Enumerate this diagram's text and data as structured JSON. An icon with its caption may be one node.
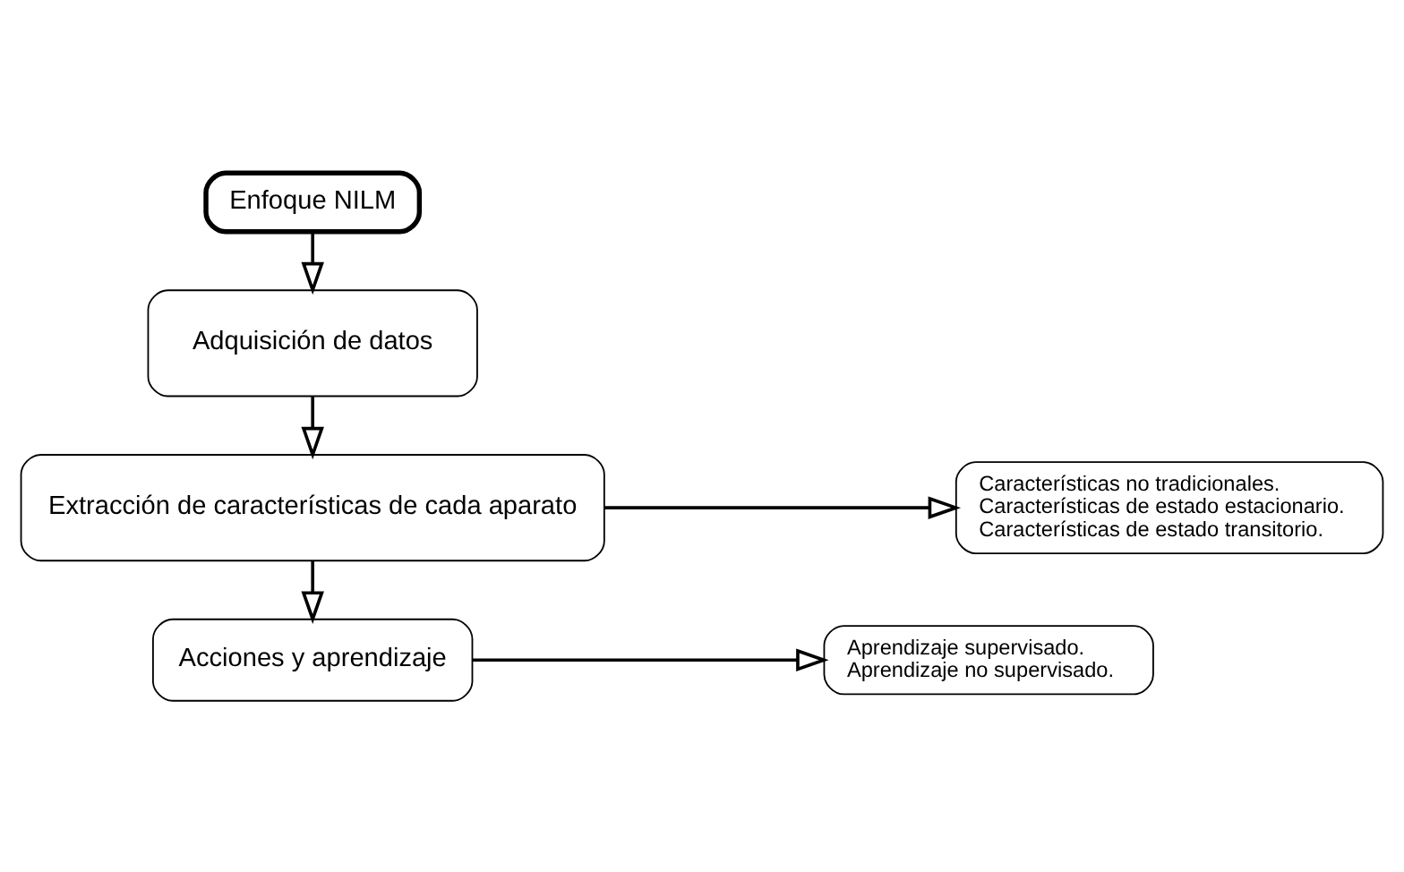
{
  "diagram": {
    "nodes": [
      {
        "text": [
          "Enfoque NILM"
        ]
      },
      {
        "text": [
          "Adquisición de datos"
        ]
      },
      {
        "text": [
          "Extracción de características de cada aparato"
        ]
      },
      {
        "text": [
          "Características no tradicionales.",
          "Características de estado estacionario.",
          "Características de estado transitorio."
        ]
      },
      {
        "text": [
          "Acciones y aprendizaje"
        ]
      },
      {
        "text": [
          "Aprendizaje supervisado.",
          "Aprendizaje no supervisado."
        ]
      }
    ],
    "edges": [
      {
        "from": 0,
        "to": 1,
        "arrow": "to"
      },
      {
        "from": 1,
        "to": 2,
        "arrow": "to"
      },
      {
        "from": 2,
        "to": 3,
        "arrow": "to"
      },
      {
        "from": 2,
        "to": 4,
        "arrow": "to"
      },
      {
        "from": 4,
        "to": 5,
        "arrow": "to"
      }
    ]
  }
}
